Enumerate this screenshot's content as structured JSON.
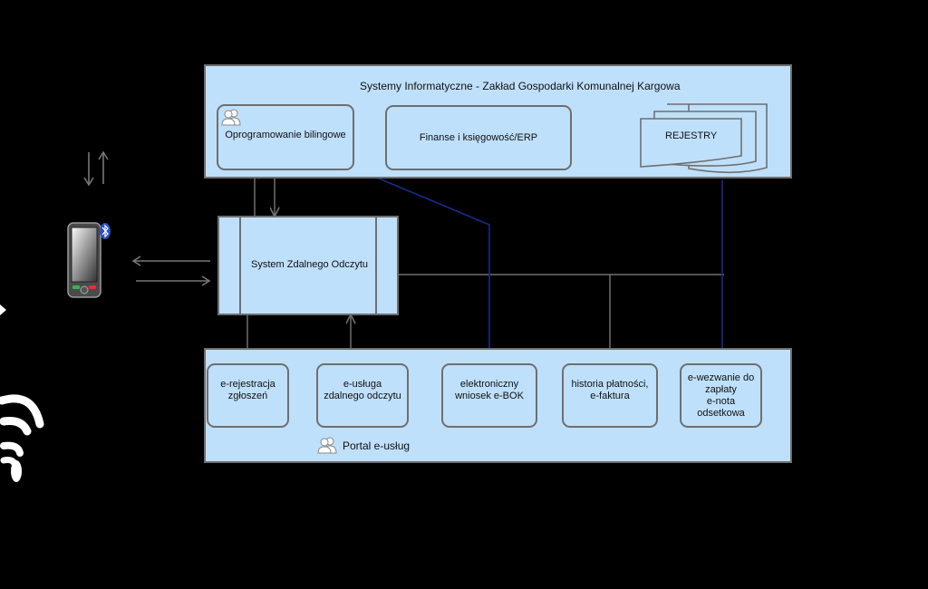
{
  "top_panel": {
    "title": "Systemy Informatyczne - Zakład Gospodarki Komunalnej Kargowa"
  },
  "nodes": {
    "billing": "Oprogramowanie bilingowe",
    "finance": "Finanse i księgowość/ERP",
    "registers": "REJESTRY",
    "remote_reading": "System Zdalnego Odczytu"
  },
  "portal": {
    "label": "Portal e-usług",
    "services": [
      "e-rejestracja\nzgłoszeń",
      "e-usługa\nzdalnego odczytu",
      "elektroniczny\nwniosek e-BOK",
      "historia płatności,\ne-faktura",
      "e-wezwanie do\nzapłaty\ne-nota\nodsetkowa"
    ]
  },
  "icons": [
    "people-icon",
    "swap-arrows-icon",
    "handheld-device-icon",
    "bluetooth-icon",
    "wifi-icon"
  ],
  "colors": {
    "box_fill": "#bfe0fb",
    "border": "#6f6f6f",
    "connector_gray": "#6f6f6f",
    "connector_blue": "#1a2a8c",
    "background": "#000000"
  }
}
